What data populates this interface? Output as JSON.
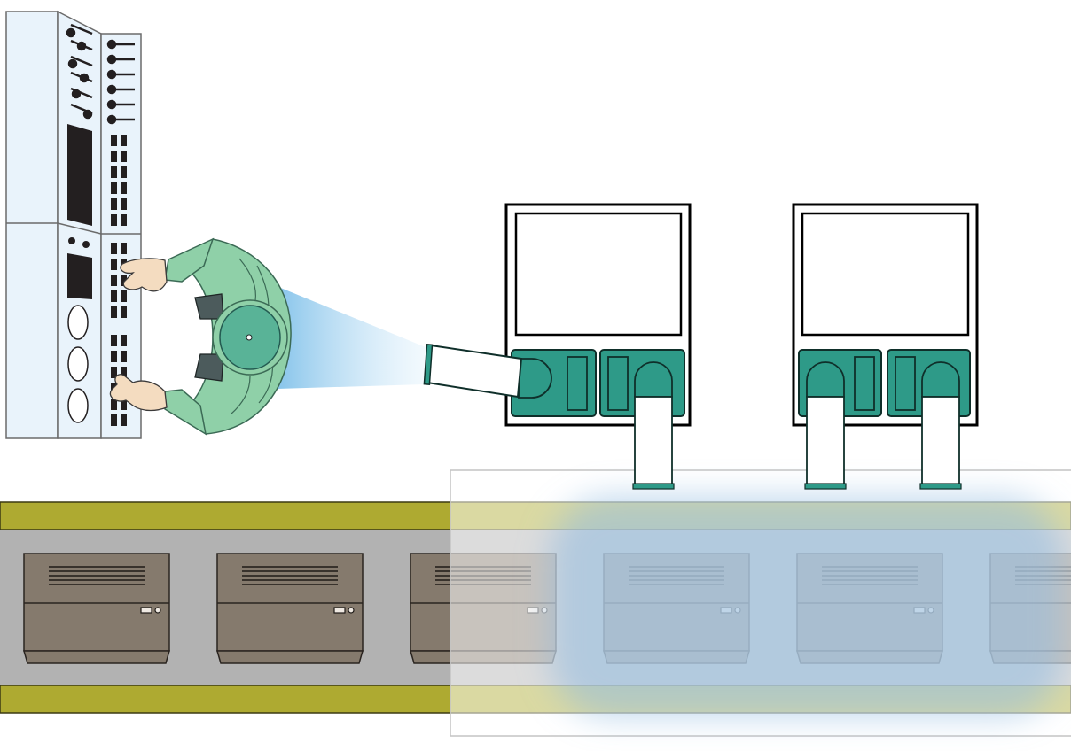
{
  "scene": {
    "title": "",
    "colors": {
      "background": "#ffffff",
      "rail": "#aeaa31",
      "conveyor_bed": "#b2b2b2",
      "device_body": "#857a6d",
      "panel_face": "#e9f3fb",
      "teal": "#2e9a88",
      "shirt": "#8fd0a8",
      "skin": "#f4dcc0",
      "hair": "#4c5b5c",
      "cover_blue": "#9fc3e0"
    },
    "components": {
      "control_panel": {
        "icon": "control-panel-icon",
        "knob_rows": 6,
        "indicator_circles": 3
      },
      "operator": {
        "icon": "operator-topdown-icon",
        "view": "top-down"
      },
      "sight_beam": {
        "icon": "view-cone-icon"
      },
      "robot_units": [
        {
          "icon": "robot-unit-icon",
          "arms_down": 1
        },
        {
          "icon": "robot-unit-icon",
          "arms_down": 2
        }
      ],
      "conveyor": {
        "icon": "conveyor-icon",
        "device_count": 6
      },
      "inspection_zone": {
        "icon": "inspection-zone-icon"
      }
    }
  }
}
